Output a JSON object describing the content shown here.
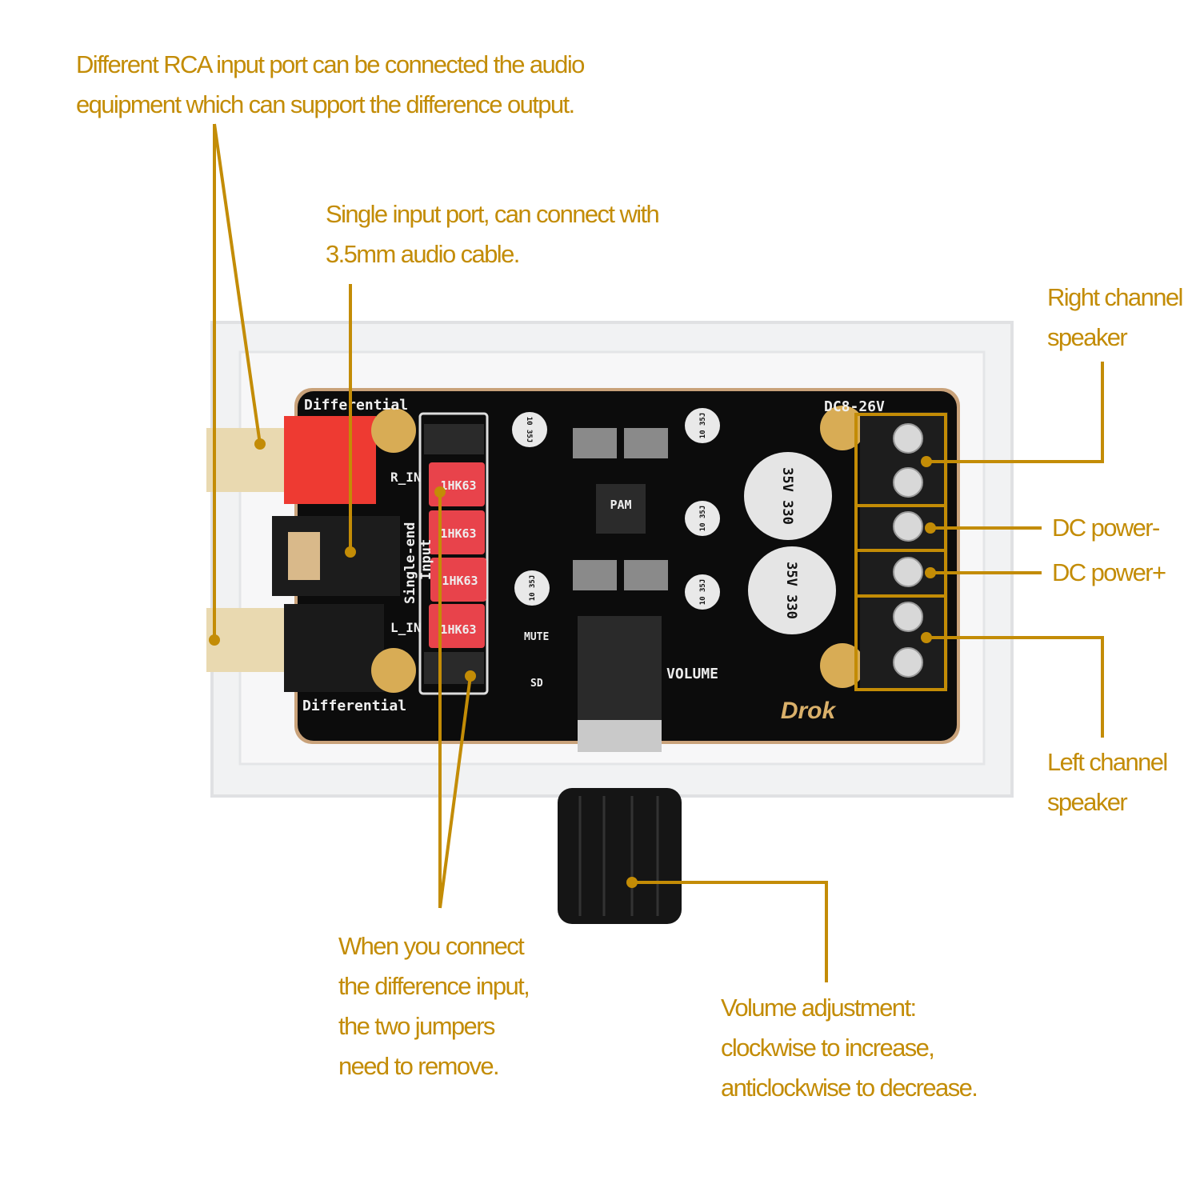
{
  "accent_color": "#c38c06",
  "annotations": {
    "rca": [
      "Different RCA input port can be connected the audio",
      "equipment which can support the difference output."
    ],
    "single": [
      "Single input port, can connect with",
      "3.5mm audio cable."
    ],
    "right": [
      "Right channel",
      "speaker"
    ],
    "dc_minus": "DC power-",
    "dc_plus": "DC power+",
    "left": [
      "Left channel",
      "speaker"
    ],
    "jumpers": [
      "When you connect",
      "the difference input,",
      "the two jumpers",
      "need to remove."
    ],
    "volume": [
      "Volume adjustment:",
      "clockwise to increase,",
      "anticlockwise to decrease."
    ]
  },
  "board": {
    "top_label": "Differential",
    "bottom_label": "Differential",
    "single_end": "Single-end",
    "input": "Input",
    "r_in": "R_IN",
    "l_in": "L_IN",
    "power": "DC8-26V",
    "volume": "VOLUME",
    "mute": "MUTE",
    "sd": "SD",
    "chip": "PAM",
    "brand": "Drok",
    "capacitor_film": [
      "1HK63",
      "1HK63",
      "1HK63",
      "1HK63"
    ],
    "capacitor_large": "35V 330",
    "capacitor_small": "10 35J"
  }
}
